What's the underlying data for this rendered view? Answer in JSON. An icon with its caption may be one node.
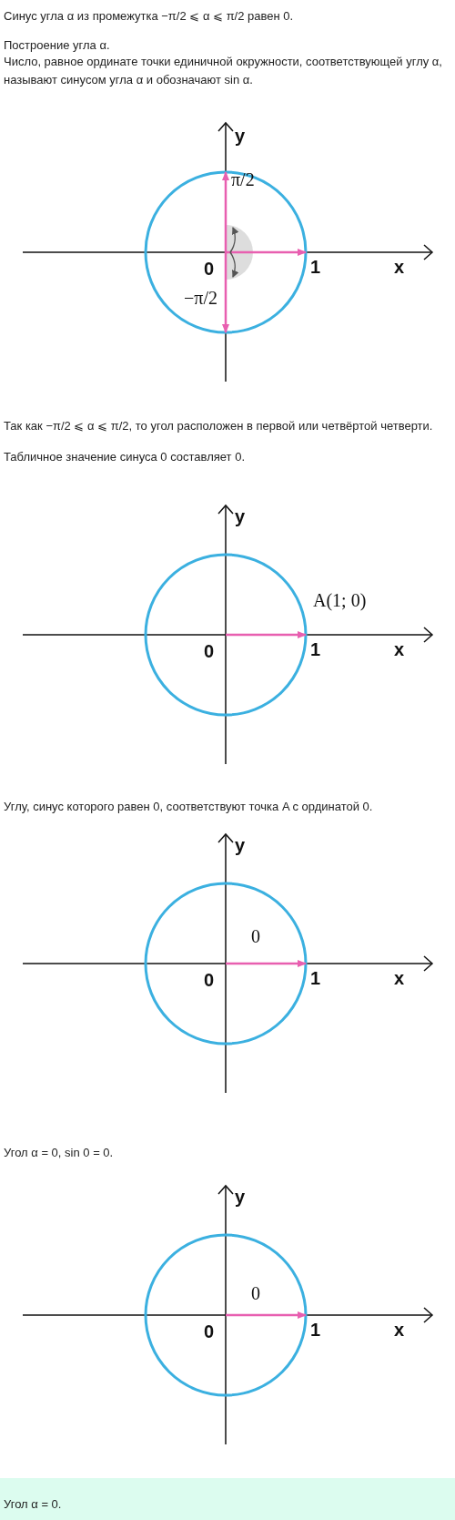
{
  "diagram": {
    "nodes": [
      {
        "text": [
          "Угол α = 0."
        ]
      }
    ],
    "labels": [
      "Синус угла α из промежутка −π/2 ⩽ α ⩽ π/2 равен 0.",
      "Построение угла α.",
      "Число, равное ординате точки единичной окружности, соответствующей углу α, называют синусом угла α и обозначают sin α.",
      "y",
      "π/2",
      "0",
      "1",
      "x",
      "−π/2",
      "Так как −π/2 ⩽ α ⩽ π/2, то угол расположен в первой или четвёртой четверти.",
      "Табличное значение синуса 0 составляет 0.",
      "y",
      "A(1; 0)",
      "0",
      "1",
      "x",
      "Углу, синус которого равен 0, соответствуют точка A с ординатой 0.",
      "y",
      "0",
      "0",
      "1",
      "x",
      "Угол α = 0, sin 0 = 0.",
      "y",
      "0",
      "0",
      "1",
      "x"
    ]
  }
}
